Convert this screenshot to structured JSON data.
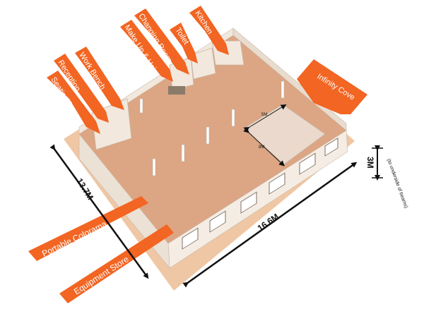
{
  "labels": {
    "seating_area": "Seating Area",
    "reception": "Reception",
    "work_bench": "Work Bench",
    "make_up_hair": "Make Up & Hair",
    "changing_room": "Changing Room",
    "toilet": "Toilet",
    "kitchen": "Kitchen",
    "infinity_cove": "Infinity Cove",
    "portable_colorama": "Portable Colorama",
    "equipment_store": "Equipment Store"
  },
  "dimensions": {
    "width": "13.7M",
    "length": "16.6M",
    "height": "3M",
    "height_note": "(to underside of beams)",
    "cove_a": "5M",
    "cove_b": "8M"
  },
  "colors": {
    "accent": "#f26522",
    "floor": "#dca583",
    "wall": "#f2e8dd",
    "base": "#efc7a4"
  }
}
